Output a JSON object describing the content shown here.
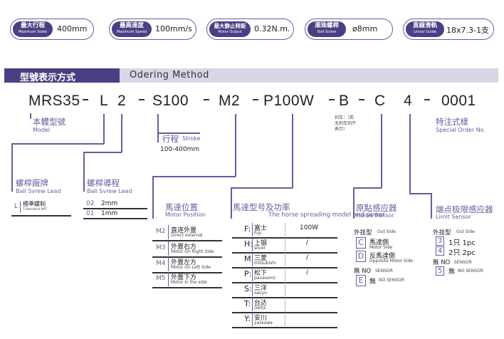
{
  "specs": [
    {
      "cn": "最大行程",
      "en": "Maximum Stoke",
      "value": "400mm"
    },
    {
      "cn": "最高速度",
      "en": "Maximum Speed",
      "value": "100mm/s"
    },
    {
      "cn": "最大静止转距",
      "en": "Motor Output",
      "value": "0.32N.m."
    },
    {
      "cn": "滚珠螺桿",
      "en": "Ball Screw",
      "value": "ø8mm"
    },
    {
      "cn": "直線滑軌",
      "en": "Linear Guide",
      "value": "18x7.3-1支"
    }
  ],
  "header": {
    "cn": "型號表示方式",
    "en": "Odering Method"
  },
  "code": {
    "p1": "MRS35",
    "p2": "L",
    "p3": "2",
    "p4": "S100",
    "p5": "M2",
    "p6": "P100W",
    "p7": "B",
    "p8": "C",
    "p9": "4",
    "p10": "0001"
  },
  "brake_note": {
    "l1": "刹车：（若",
    "l2": "无刹车则不",
    "l3": "表示）"
  },
  "model": {
    "cn": "本體型號",
    "en": "Model"
  },
  "special": {
    "cn": "特注式樣",
    "en": "Special Order No."
  },
  "stroke": {
    "cn": "行程",
    "en": "Stroke",
    "range": "100-400mm"
  },
  "brand": {
    "cn": "螺桿廠牌",
    "en": "Ball Svrew Lead",
    "code": "L",
    "name_cn": "標準螺制",
    "name_en": "T-Standard MIT"
  },
  "lead": {
    "cn": "螺桿導程",
    "en": "Ball Svrew Lead",
    "rows": [
      {
        "code": "02",
        "value": "2mm"
      },
      {
        "code": "01",
        "value": "1mm"
      }
    ]
  },
  "motor_pos": {
    "cn": "馬達位置",
    "en": "Motor Position",
    "rows": [
      {
        "code": "M2",
        "cn": "直连外置",
        "en": "Direct external"
      },
      {
        "code": "M3",
        "cn": "外置右方",
        "en": "Motor On Right Side"
      },
      {
        "code": "M4",
        "cn": "外置左方",
        "en": "Motor On Left Side"
      },
      {
        "code": "M5",
        "cn": "外置下方",
        "en": "Motor in the side"
      }
    ]
  },
  "motor_model": {
    "cn": "馬達型号及功率",
    "en": "The horse spreading model and power",
    "rows": [
      {
        "code": "F:",
        "cn": "富士",
        "en": "Fuji",
        "value": "100W"
      },
      {
        "code": "H:",
        "cn": "上银",
        "en": "silver",
        "value": "/"
      },
      {
        "code": "M:",
        "cn": "三菱",
        "en": "mitsubishi",
        "value": "/"
      },
      {
        "code": "P:",
        "cn": "松下",
        "en": "panasonic",
        "value": "/"
      },
      {
        "code": "S:",
        "cn": "三洋",
        "en": "sanyo",
        "value": ""
      },
      {
        "code": "T:",
        "cn": "台达",
        "en": "Delta",
        "value": ""
      },
      {
        "code": "Y:",
        "cn": "安川",
        "en": "yaskawa",
        "value": ""
      }
    ]
  },
  "home": {
    "cn": "原點感应器",
    "en": "Home Sensor",
    "type_cn": "外挂型",
    "type_en": "Out Side",
    "rows": [
      {
        "code": "C",
        "cn": "馬達側",
        "en": "Motor Side"
      },
      {
        "code": "D",
        "cn": "反馬達側",
        "en": "Opposite Motor Side"
      }
    ],
    "none_cn": "無 NO",
    "none_en": "SENSOR",
    "e_code": "E",
    "e_cn": "無",
    "e_en": "NO SENSOR"
  },
  "limit": {
    "cn": "端点极限感应器",
    "en": "Limit Sensor",
    "type_cn": "外挂型",
    "type_en": "Out Side",
    "rows": [
      {
        "code": "3",
        "value": "1只 1pc"
      },
      {
        "code": "4",
        "value": "2只 2pc"
      }
    ],
    "none_cn": "無 NO",
    "none_en": "SENSOR",
    "e_code": "5",
    "e_cn": "無",
    "e_en": "NO SENSOR"
  }
}
